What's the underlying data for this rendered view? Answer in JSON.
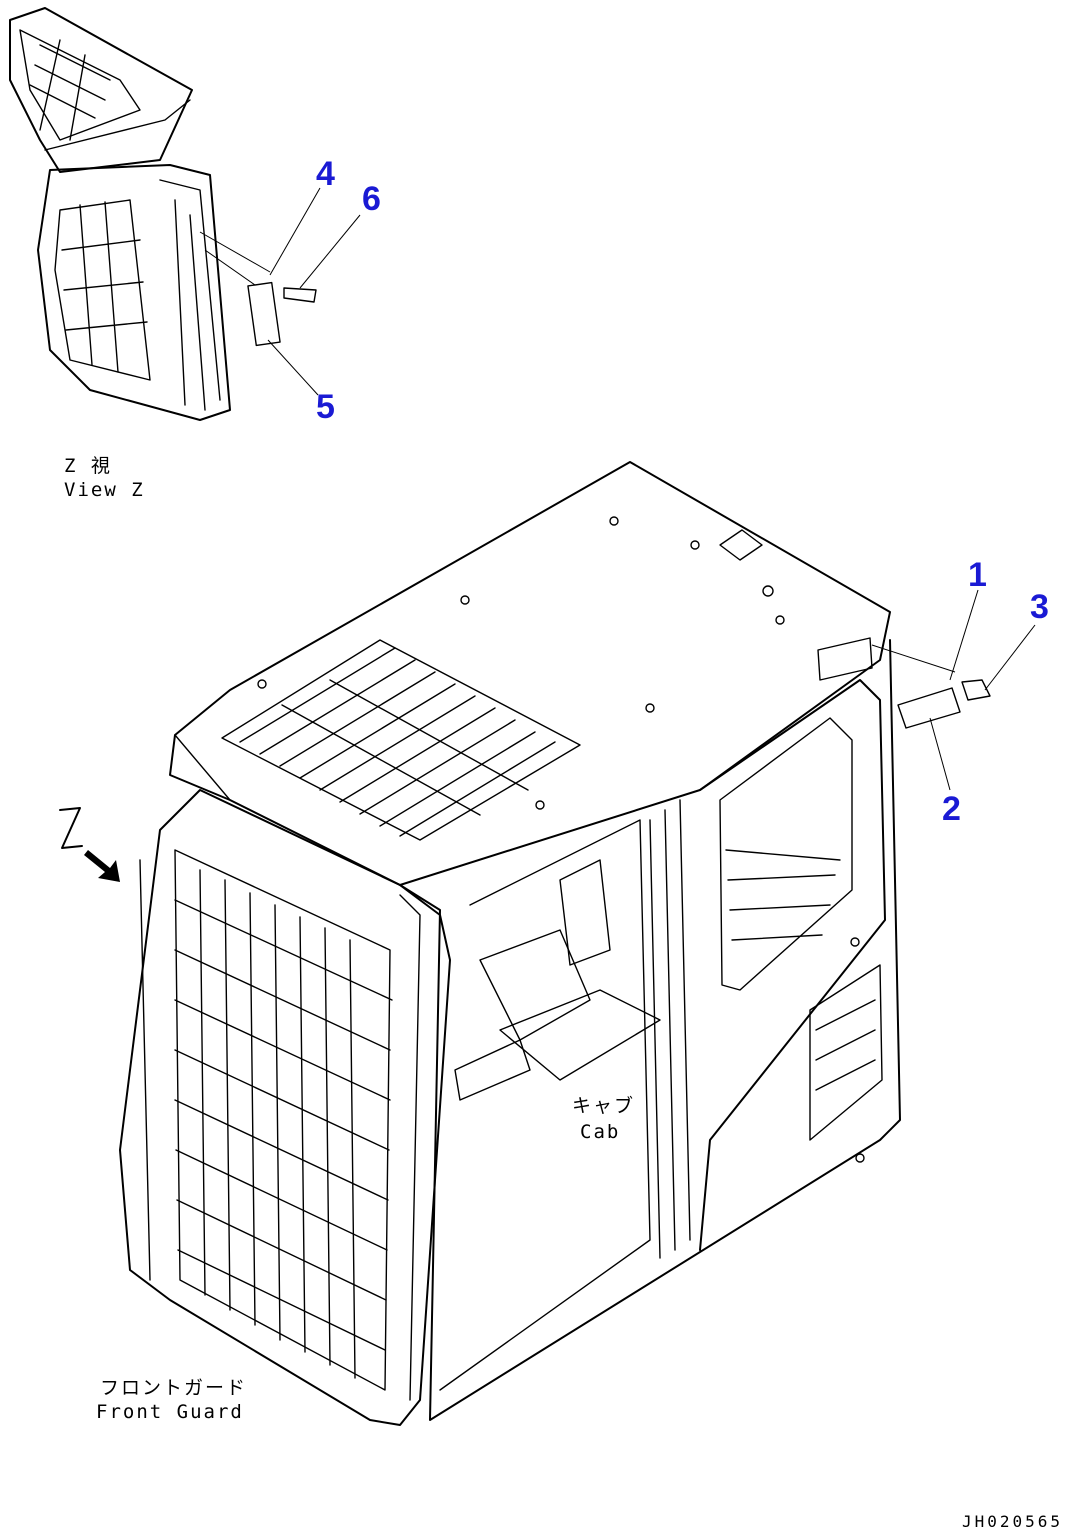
{
  "callouts": {
    "c1": "1",
    "c2": "2",
    "c3": "3",
    "c4": "4",
    "c5": "5",
    "c6": "6"
  },
  "labels": {
    "view_jp": "Z 視",
    "view_en": "View Z",
    "view_arrow": "Z",
    "cab_jp": "キャブ",
    "cab_en": "Cab",
    "guard_jp": "フロントガード",
    "guard_en": "Front Guard",
    "drawing_code": "JH020565"
  },
  "colors": {
    "callout": "#1a1ad4",
    "line": "#000000"
  }
}
